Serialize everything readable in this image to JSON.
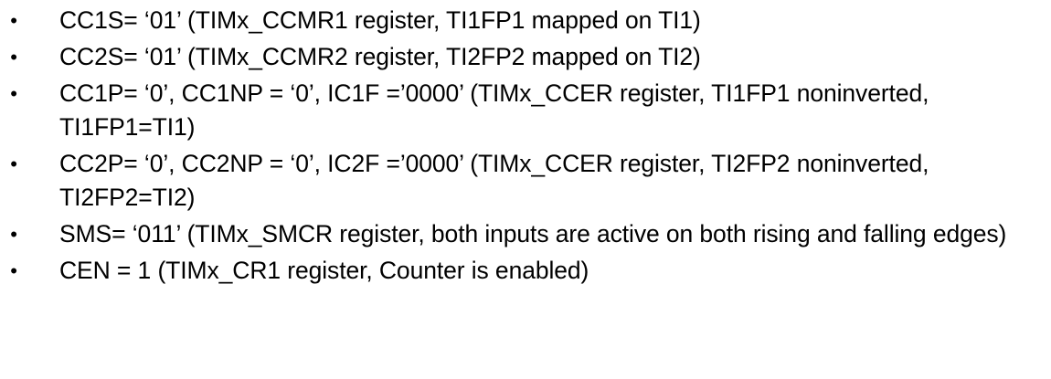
{
  "document": {
    "type": "bulleted-list",
    "background_color": "#ffffff",
    "text_color": "#000000",
    "bullet_glyph": "•",
    "bullet_glyph_name": "filled-round-bullet",
    "items": [
      {
        "id": "cc1s",
        "text": "CC1S= ‘01’ (TIMx_CCMR1 register, TI1FP1 mapped on TI1)"
      },
      {
        "id": "cc2s",
        "text": "CC2S= ‘01’ (TIMx_CCMR2 register, TI2FP2 mapped on TI2)"
      },
      {
        "id": "cc1p",
        "text": "CC1P= ‘0’, CC1NP = ‘0’, IC1F =’0000’ (TIMx_CCER register, TI1FP1 noninverted, TI1FP1=TI1)"
      },
      {
        "id": "cc2p",
        "text": "CC2P= ‘0’, CC2NP = ‘0’, IC2F =’0000’ (TIMx_CCER register, TI2FP2 noninverted, TI2FP2=TI2)"
      },
      {
        "id": "sms",
        "text": "SMS= ‘011’ (TIMx_SMCR register, both inputs are active on both rising and falling edges)"
      },
      {
        "id": "cen",
        "text": "CEN = 1 (TIMx_CR1 register, Counter is enabled)"
      }
    ]
  }
}
